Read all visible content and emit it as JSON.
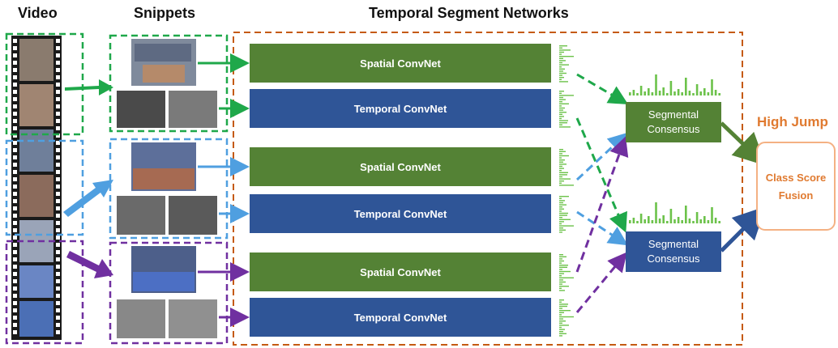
{
  "headers": {
    "video": "Video",
    "snippets": "Snippets",
    "tsn": "Temporal Segment Networks"
  },
  "streams": [
    {
      "spatial": "Spatial ConvNet",
      "temporal": "Temporal ConvNet",
      "color": "#1fa84a"
    },
    {
      "spatial": "Spatial ConvNet",
      "temporal": "Temporal ConvNet",
      "color": "#4f9fe0"
    },
    {
      "spatial": "Spatial ConvNet",
      "temporal": "Temporal ConvNet",
      "color": "#7030a0"
    }
  ],
  "consensus": [
    {
      "line1": "Segmental",
      "line2": "Consensus"
    },
    {
      "line1": "Segmental",
      "line2": "Consensus"
    }
  ],
  "fusion": {
    "line1": "Class Score",
    "line2": "Fusion"
  },
  "result": "High Jump",
  "colors": {
    "spatial_box": "#548235",
    "temporal_box": "#2f5597",
    "tsn_frame": "#c55a11",
    "fusion_border": "#f4b183",
    "result_text": "#e07a30",
    "score_bars": "#6cc24a"
  }
}
